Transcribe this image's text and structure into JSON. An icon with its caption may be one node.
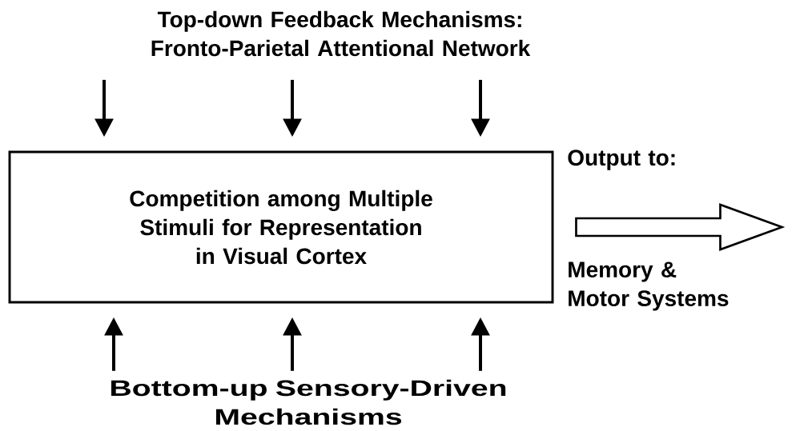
{
  "diagram": {
    "nodes": [
      {
        "text": [
          "Top-down Feedback Mechanisms: Fronto-Parietal Attentional Network"
        ]
      },
      {
        "text": [
          "Competition among Multiple Stimuli for Representation in Visual Cortex"
        ]
      },
      {
        "text": [
          "Bottom-up Sensory-Driven Mechanisms"
        ]
      }
    ],
    "edges": [
      {
        "from": 0,
        "to": 1,
        "arrow": "to"
      },
      {
        "from": 0,
        "to": 1,
        "arrow": "to"
      },
      {
        "from": 0,
        "to": 1,
        "arrow": "to"
      },
      {
        "from": 2,
        "to": 1,
        "arrow": "to"
      },
      {
        "from": 2,
        "to": 1,
        "arrow": "to"
      },
      {
        "from": 2,
        "to": 1,
        "arrow": "to"
      },
      {
        "from": 1,
        "to": null,
        "arrow": "to"
      }
    ],
    "labels": [
      "Output to:",
      "Memory & Motor Systems"
    ]
  }
}
